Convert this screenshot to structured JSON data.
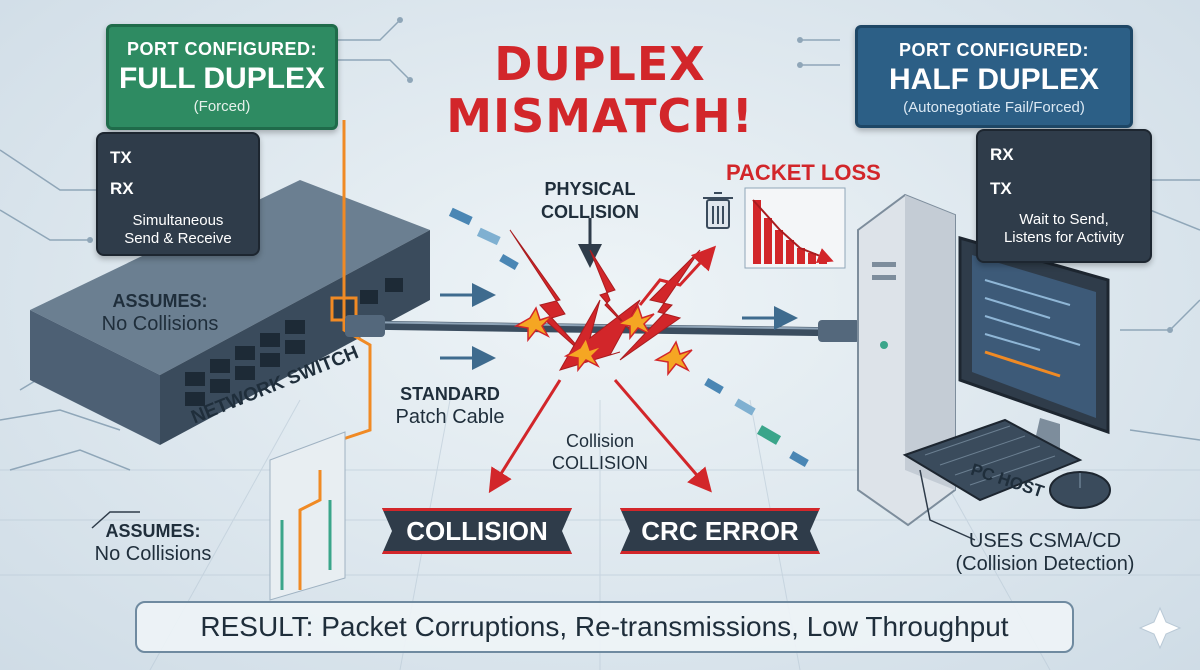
{
  "title": {
    "line1": "DUPLEX",
    "line2": "MISMATCH!"
  },
  "left_port": {
    "heading": "PORT CONFIGURED:",
    "mode": "FULL DUPLEX",
    "note": "(Forced)"
  },
  "right_port": {
    "heading": "PORT CONFIGURED:",
    "mode": "HALF DUPLEX",
    "note": "(Autonegotiate Fail/Forced)"
  },
  "left_panel": {
    "tx": "TX",
    "rx": "RX",
    "caption_line1": "Simultaneous",
    "caption_line2": "Send & Receive"
  },
  "right_panel": {
    "rx": "RX",
    "tx": "TX",
    "caption_line1": "Wait to Send,",
    "caption_line2": "Listens for Activity"
  },
  "labels": {
    "assumes_top_1": "ASSUMES:",
    "assumes_top_2": "No Collisions",
    "assumes_bottom_1": "ASSUMES:",
    "assumes_bottom_2": "No Collisions",
    "network_switch": "NETWORK SWITCH",
    "standard_1": "STANDARD",
    "standard_2": "Patch Cable",
    "physical_1": "PHYSICAL",
    "physical_2": "COLLISION",
    "collision_small_1": "Collision",
    "collision_small_2": "COLLISION",
    "packet_loss": "PACKET LOSS",
    "pc_host": "PC HOST",
    "csma_1": "USES CSMA/CD",
    "csma_2": "(Collision Detection)"
  },
  "badges": {
    "collision": "COLLISION",
    "crc": "CRC ERROR"
  },
  "result": "RESULT: Packet Corruptions, Re-transmissions, Low Throughput",
  "colors": {
    "accent_red": "#d2262a",
    "green": "#2e8b62",
    "blue": "#2c5f86",
    "orange": "#f08a24",
    "teal": "#3aa58a"
  }
}
